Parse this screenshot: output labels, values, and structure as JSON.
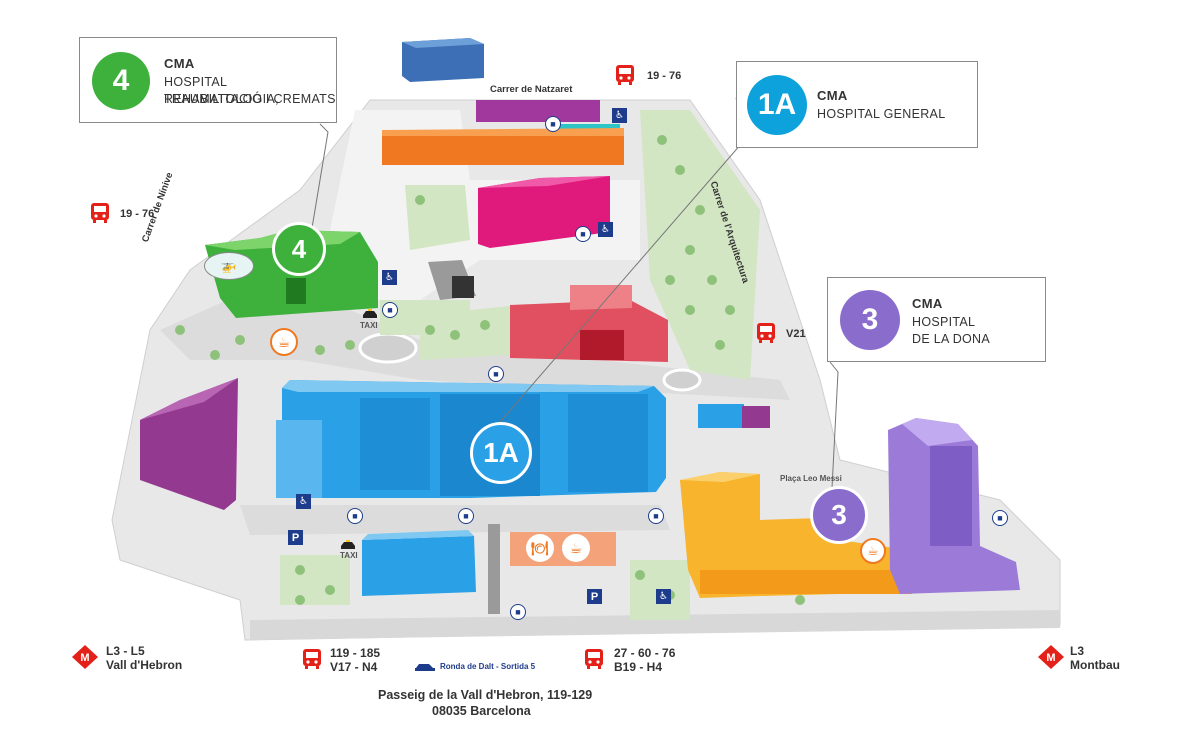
{
  "callouts": {
    "c4": {
      "number": "4",
      "title": "CMA",
      "lines": [
        "HOSPITAL TRAUMATOLOGIA,",
        "REHABILITACIÓ I CREMATS"
      ],
      "color": "#3db13c"
    },
    "c1a": {
      "number": "1A",
      "title": "CMA",
      "lines": [
        "HOSPITAL GENERAL"
      ],
      "color": "#0ea2dd"
    },
    "c3": {
      "number": "3",
      "title": "CMA",
      "lines": [
        "HOSPITAL",
        "DE LA DONA"
      ],
      "color": "#8a6ccd"
    }
  },
  "map_markers": {
    "m4": "4",
    "m1a": "1A",
    "m3": "3"
  },
  "streets": {
    "natzaret": "Carrer de Natzaret",
    "ninive": "Carrer de Nínive",
    "arquitectura": "Carrer de l'Arquitectura",
    "placa": "Plaça Leo Messi",
    "ronda": "Ronda de Dalt - Sortida 5"
  },
  "transit": {
    "bus_top": "19 - 76",
    "bus_left": "19 - 76",
    "bus_right": "V21",
    "bus_bottom_1": [
      "119 - 185",
      "V17 - N4"
    ],
    "bus_bottom_2": [
      "27 - 60 - 76",
      "B19 - H4"
    ],
    "metro_left": [
      "L3 - L5",
      "Vall d'Hebron"
    ],
    "metro_right": [
      "L3",
      "Montbau"
    ],
    "taxi_1": "TAXI",
    "taxi_2": "TAXI"
  },
  "parking_label": "P",
  "address": [
    "Passeig de la Vall d'Hebron, 119-129",
    "08035 Barcelona"
  ],
  "colors": {
    "green": "#3db13c",
    "blue": "#2aa0e6",
    "purple_light": "#9b7ad8",
    "orange_yellow": "#f7b42c",
    "magenta": "#e0197c",
    "orange": "#f07820",
    "salmon": "#e8606a",
    "dark_purple": "#93398f",
    "road": "#e6e6e6",
    "park": "#d3e6c3",
    "navy": "#1e3c8c",
    "red": "#e32119"
  },
  "icons": [
    "bus-icon",
    "metro-icon",
    "car-icon",
    "bike-icon",
    "walk-icon",
    "wheelchair-icon",
    "parking-icon",
    "taxi-icon",
    "coffee-icon",
    "restaurant-icon",
    "helicopter-icon"
  ]
}
